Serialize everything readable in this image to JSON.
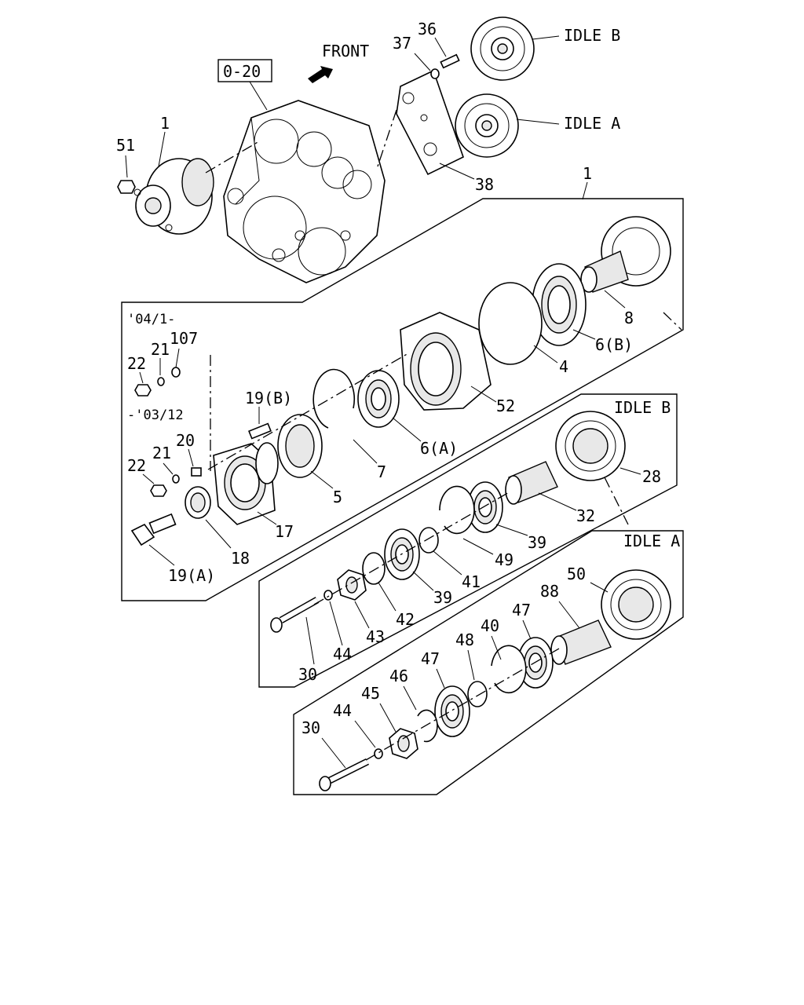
{
  "callouts": {
    "ref_box": "0-20",
    "front": "FRONT",
    "idle_b_top": "IDLE B",
    "idle_a_top": "IDLE A",
    "idle_b_box": "IDLE B",
    "idle_a_box": "IDLE A",
    "date_from": "'04/1-",
    "date_to": "-'03/12"
  },
  "part_numbers": {
    "p1_left": "1",
    "p1_group": "1",
    "p51": "51",
    "p36": "36",
    "p37": "37",
    "p38": "38",
    "p8": "8",
    "p6b": "6(B)",
    "p4": "4",
    "p52": "52",
    "p6a": "6(A)",
    "p7": "7",
    "p5": "5",
    "p19b": "19(B)",
    "p107": "107",
    "p21a": "21",
    "p22a": "22",
    "p20": "20",
    "p21b": "21",
    "p22b": "22",
    "p17": "17",
    "p18": "18",
    "p19a": "19(A)",
    "p28": "28",
    "p32": "32",
    "p39a": "39",
    "p49": "49",
    "p41": "41",
    "p39b": "39",
    "p42": "42",
    "p43": "43",
    "p44a": "44",
    "p30a": "30",
    "p50": "50",
    "p88": "88",
    "p47a": "47",
    "p40": "40",
    "p48": "48",
    "p47b": "47",
    "p46": "46",
    "p45": "45",
    "p44b": "44",
    "p30b": "30"
  }
}
